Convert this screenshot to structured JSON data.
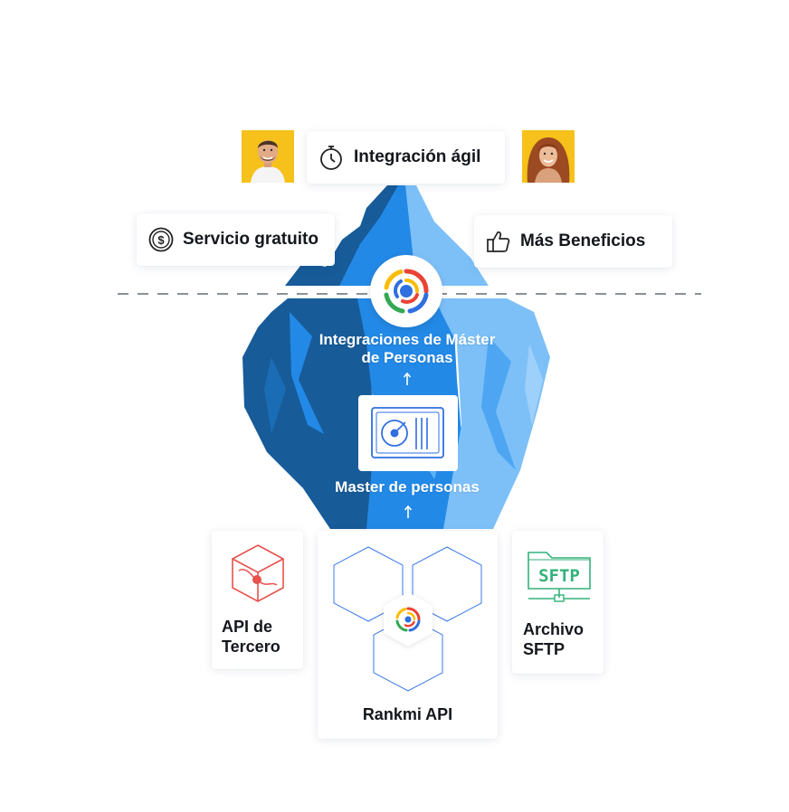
{
  "colors": {
    "ice_dark": "#175b99",
    "ice_mid": "#2389e6",
    "ice_light": "#7dc0f8",
    "avatar_bg": "#f5c11a",
    "api_red": "#e8514c",
    "sftp_green": "#34b27a",
    "hex_stroke": "#3b78e7"
  },
  "top": {
    "agil_label": "Integración ágil",
    "agil_icon": "stopwatch-icon",
    "gratuito_label": "Servicio gratuito",
    "gratuito_icon": "dollar-coin-icon",
    "beneficios_label": "Más Beneficios",
    "beneficios_icon": "thumbs-up-icon"
  },
  "iceberg": {
    "integraciones_label_line1": "Integraciones de Máster",
    "integraciones_label_line2": "de Personas",
    "master_label": "Master de personas"
  },
  "bottom": {
    "api_tercero_line1": "API de",
    "api_tercero_line2": "Tercero",
    "rankmi_api_label": "Rankmi API",
    "sftp_badge": "SFTP",
    "archivo_line1": "Archivo",
    "archivo_line2": "SFTP"
  }
}
